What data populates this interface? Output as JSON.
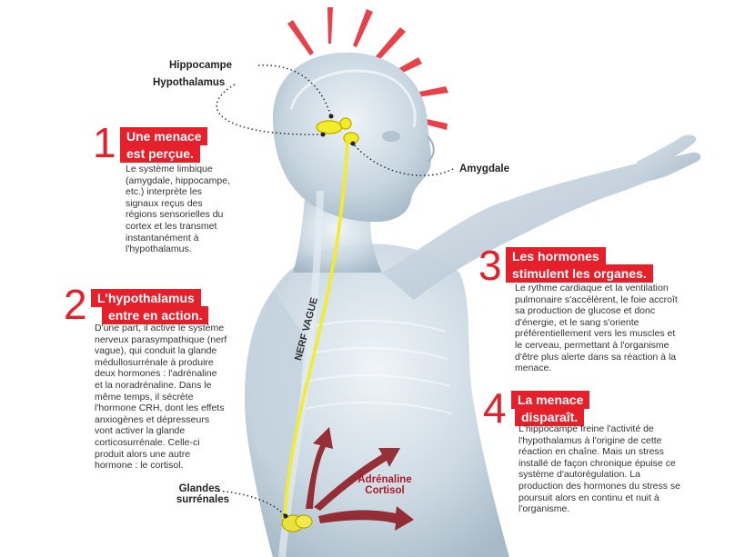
{
  "labels": {
    "hippocampe": "Hippocampe",
    "hypothalamus": "Hypothalamus",
    "amygdale": "Amygdale",
    "glandes_line1": "Glandes",
    "glandes_line2": "surrénales",
    "nerf_vague": "NERF VAGUE",
    "hormone1": "Adrénaline",
    "hormone2": "Cortisol"
  },
  "steps": [
    {
      "number": "1",
      "title_line1": "Une menace",
      "title_line2": "est perçue.",
      "body": "Le système limbique (amygdale, hippocampe, etc.) interprète les signaux reçus des régions sensorielles du cortex et les transmet instantanément à l'hypothalamus."
    },
    {
      "number": "2",
      "title_line1": "L'hypothalamus",
      "title_line2": "entre en action.",
      "body": "D'une part, il active le système nerveux parasympathique (nerf vague), qui conduit la glande médullosurrénale à produire deux hormones : l'adrénaline et la noradrénaline. Dans le même temps, il sécrète l'hormone CRH, dont les effets anxiogènes et dépresseurs vont activer la glande corticosurrénale. Celle-ci produit alors une autre hormone : le cortisol."
    },
    {
      "number": "3",
      "title_line1": "Les hormones",
      "title_line2": "stimulent les organes.",
      "body": "Le rythme cardiaque et la ventilation pulmonaire s'accélèrent, le foie accroît sa production de glucose et donc d'énergie, et le sang s'oriente préférentiellement vers les muscles et le cerveau, permettant à l'organisme d'être plus alerte dans sa réaction à la menace."
    },
    {
      "number": "4",
      "title_line1": "La menace",
      "title_line2": "disparaît.",
      "body": "L'hippocampe freine l'activité de l'hypothalamus à l'origine de cette réaction en chaîne. Mais un stress installé de façon chronique épuise ce système d'autorégulation. La production des hormones du stress se poursuit alors en continu et nuit à l'organisme."
    }
  ],
  "colors": {
    "accent": "#e5202a",
    "nerve": "#f2ec2a",
    "body": "#b9ccd8",
    "hormone_arrow": "#8c1018"
  }
}
